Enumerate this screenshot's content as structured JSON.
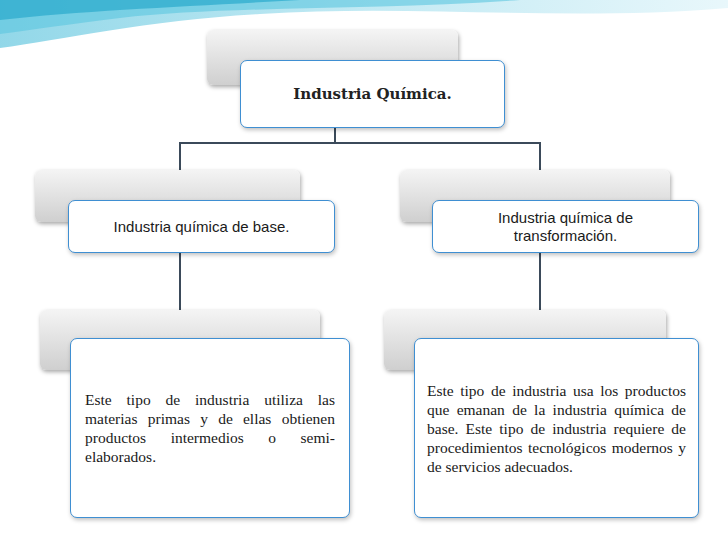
{
  "diagram": {
    "nodes": [
      {
        "text": [
          "Industria Química."
        ]
      },
      {
        "text": [
          "Industria química de base."
        ]
      },
      {
        "text": [
          "Industria química de transformación."
        ]
      },
      {
        "text": [
          "Este tipo de industria utiliza las materias primas y de ellas obtienen productos intermedios o semi-elaborados."
        ]
      },
      {
        "text": [
          "Este tipo de industria usa los productos que emanan de la industria química de base. Este tipo de industria requiere de procedimientos tecnológicos modernos y de servicios adecuados."
        ]
      }
    ],
    "edges": [
      {
        "from": 0,
        "to": 1,
        "arrow": "none"
      },
      {
        "from": 0,
        "to": 2,
        "arrow": "none"
      },
      {
        "from": 1,
        "to": 3,
        "arrow": "none"
      },
      {
        "from": 2,
        "to": 4,
        "arrow": "none"
      }
    ]
  }
}
